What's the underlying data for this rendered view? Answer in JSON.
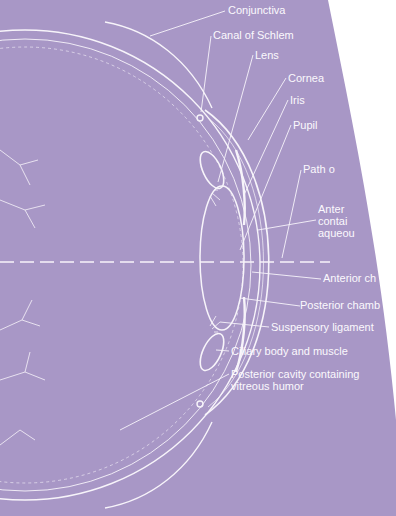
{
  "diagram": {
    "labels": [
      "Conjunctiva",
      "Canal of Schlem",
      "Lens",
      "Cornea",
      "Iris",
      "Pupil",
      "Path o",
      "Anter contai aqueou",
      "Anterior ch",
      "Posterior chamb",
      "Suspensory ligament",
      "Ciliary body and muscle",
      "Posterior cavity containing vitreous humor"
    ]
  }
}
